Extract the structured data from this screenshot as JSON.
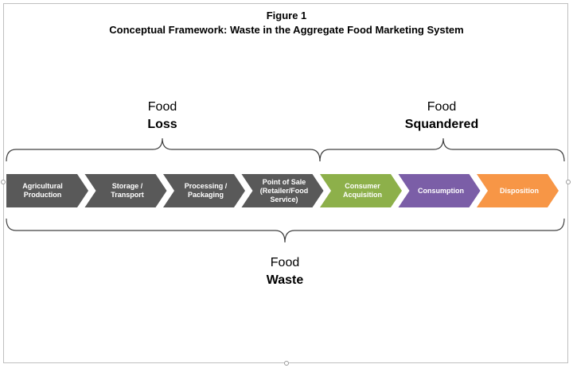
{
  "figure": {
    "number": "Figure 1",
    "title": "Conceptual Framework: Waste in the Aggregate Food Marketing System"
  },
  "groups": {
    "loss": {
      "line1": "Food",
      "line2": "Loss"
    },
    "squandered": {
      "line1": "Food",
      "line2": "Squandered"
    },
    "waste": {
      "line1": "Food",
      "line2": "Waste"
    }
  },
  "stages": [
    {
      "label": "Agricultural Production",
      "color": "#595959"
    },
    {
      "label": "Storage / Transport",
      "color": "#595959"
    },
    {
      "label": "Processing / Packaging",
      "color": "#595959"
    },
    {
      "label": "Point of Sale (Retailer/Food Service)",
      "color": "#595959"
    },
    {
      "label": "Consumer Acquisition",
      "color": "#8db04a"
    },
    {
      "label": "Consumption",
      "color": "#7b5ea7"
    },
    {
      "label": "Disposition",
      "color": "#f79646"
    }
  ]
}
